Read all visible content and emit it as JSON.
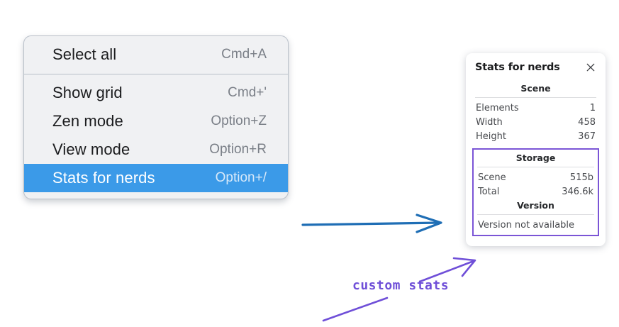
{
  "canvas": {
    "background": "#ffffff",
    "accent_blue": "#3b9ae8",
    "annotation_purple": "#6f4fd8",
    "arrow_blue": "#1f6eb5"
  },
  "context_menu": {
    "groups": [
      {
        "items": [
          {
            "label": "Select all",
            "shortcut": "Cmd+A",
            "selected": false
          }
        ]
      },
      {
        "items": [
          {
            "label": "Show grid",
            "shortcut": "Cmd+'",
            "selected": false
          },
          {
            "label": "Zen mode",
            "shortcut": "Option+Z",
            "selected": false
          },
          {
            "label": "View mode",
            "shortcut": "Option+R",
            "selected": false
          },
          {
            "label": "Stats for nerds",
            "shortcut": "Option+/",
            "selected": true
          }
        ]
      }
    ]
  },
  "stats_panel": {
    "title": "Stats for nerds",
    "close_icon": "close-icon",
    "sections": [
      {
        "name": "Scene",
        "highlighted": false,
        "rows": [
          {
            "key": "Elements",
            "value": "1"
          },
          {
            "key": "Width",
            "value": "458"
          },
          {
            "key": "Height",
            "value": "367"
          }
        ]
      },
      {
        "name": "Storage",
        "highlighted": true,
        "rows": [
          {
            "key": "Scene",
            "value": "515b"
          },
          {
            "key": "Total",
            "value": "346.6k"
          }
        ]
      },
      {
        "name": "Version",
        "highlighted": true,
        "note": "Version not available",
        "rows": []
      }
    ]
  },
  "annotations": {
    "label": "custom stats",
    "blue_arrow": "arrow-right",
    "purple_arrow": "arrow-up-right",
    "purple_underline": "stroke"
  }
}
